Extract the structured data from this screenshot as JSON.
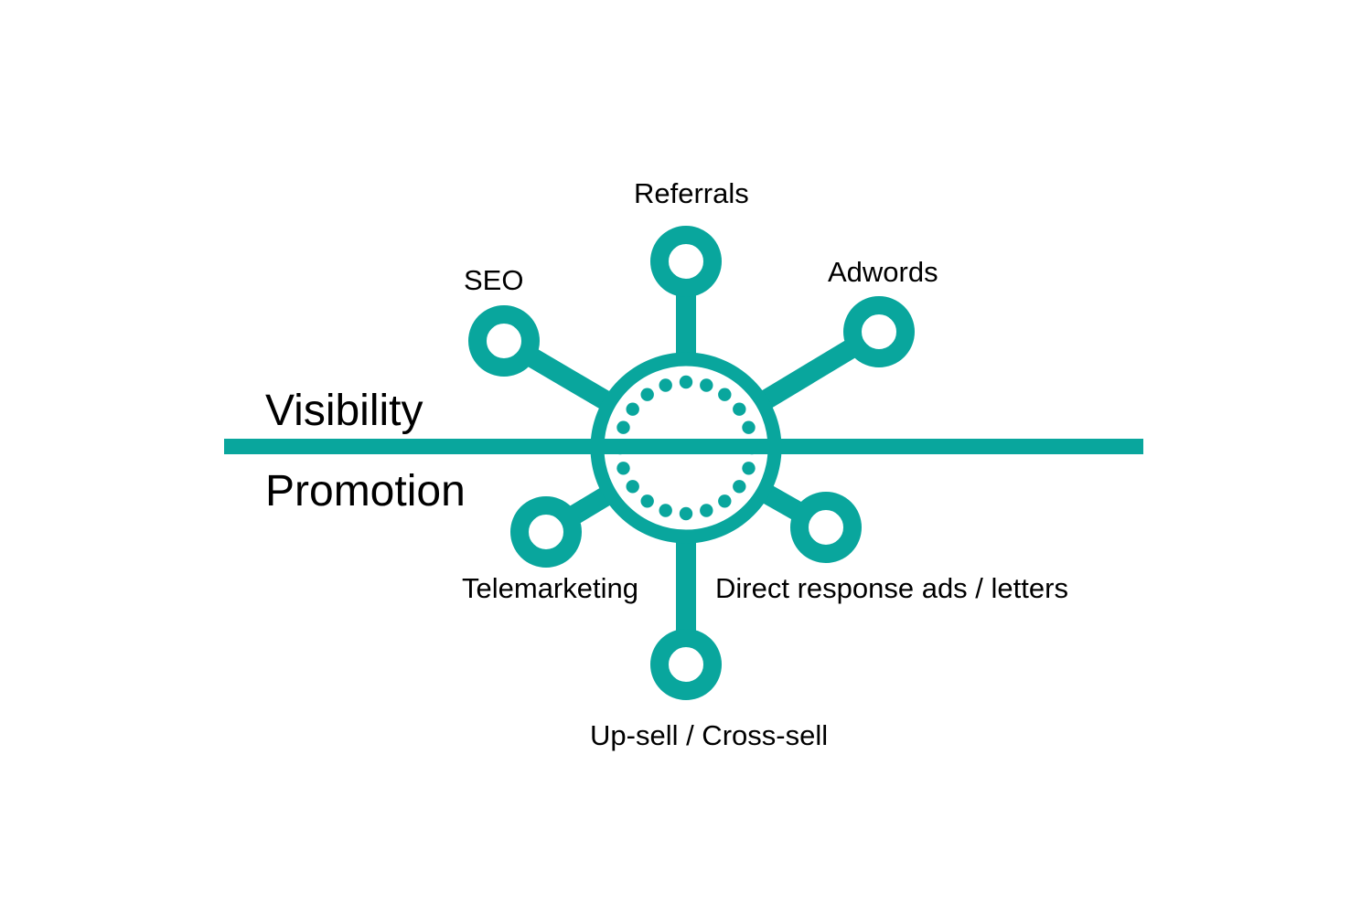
{
  "diagram": {
    "divider": {
      "label_above": "Visibility",
      "label_below": "Promotion"
    },
    "nodes": [
      {
        "id": "referrals",
        "label": "Referrals"
      },
      {
        "id": "seo",
        "label": "SEO"
      },
      {
        "id": "adwords",
        "label": "Adwords"
      },
      {
        "id": "telemarketing",
        "label": "Telemarketing"
      },
      {
        "id": "direct-response",
        "label": "Direct response ads / letters"
      },
      {
        "id": "upsell",
        "label": "Up-sell / Cross-sell"
      }
    ]
  },
  "colors": {
    "accent": "#09A69D",
    "text": "#000000",
    "background": "#FFFFFF"
  }
}
